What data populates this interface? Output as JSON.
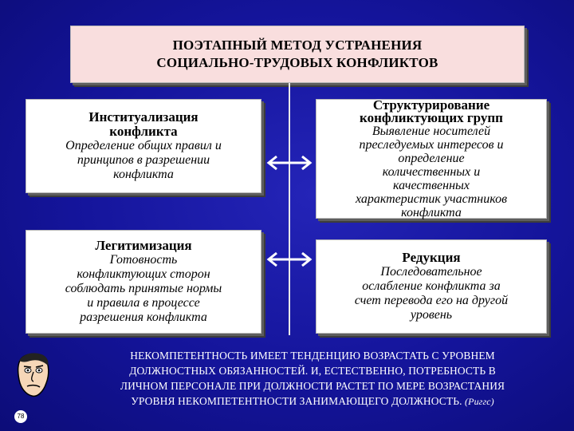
{
  "title": {
    "line1": "ПОЭТАПНЫЙ МЕТОД УСТРАНЕНИЯ",
    "line2": "СОЦИАЛЬНО-ТРУДОВЫХ КОНФЛИКТОВ"
  },
  "boxes": {
    "institutionalization": {
      "head1": "Институализация",
      "head2": "конфликта",
      "body": [
        "Определение общих правил и",
        "принципов в разрешении",
        "конфликта"
      ]
    },
    "structuring": {
      "head1": "Структурирование",
      "head2": "конфликтующих групп",
      "body": [
        "Выявление носителей",
        "преследуемых интересов и",
        "определение",
        "количественных и",
        "качественных",
        "характеристик участников",
        "конфликта"
      ]
    },
    "legitimization": {
      "head1": "Легитимизация",
      "body": [
        "Готовность",
        "конфликтующих сторон",
        "соблюдать принятые нормы",
        "и правила в процессе",
        "разрешения конфликта"
      ]
    },
    "reduction": {
      "head1": "Редукция",
      "body": [
        "Последовательное",
        "ослабление конфликта за",
        "счет перевода его на другой",
        "уровень"
      ]
    }
  },
  "quote": {
    "lines": [
      "НЕКОМПЕТЕНТНОСТЬ ИМЕЕТ ТЕНДЕНЦИЮ ВОЗРАСТАТЬ С УРОВНЕМ",
      "ДОЛЖНОСТНЫХ ОБЯЗАННОСТЕЙ. И, ЕСТЕСТВЕННО, ПОТРЕБНОСТЬ В",
      "ЛИЧНОМ ПЕРСОНАЛЕ ПРИ ДОЛЖНОСТИ РАСТЕТ ПО МЕРЕ ВОЗРАСТАНИЯ",
      "УРОВНЯ НЕКОМПЕТЕНТНОСТИ ЗАНИМАЮЩЕГО ДОЛЖНОСТЬ."
    ],
    "author": "(Риггс)"
  },
  "page_number": "78",
  "colors": {
    "background": "#14149a",
    "title_box": "#f9dede",
    "box": "#ffffff",
    "line": "#e8e8e8",
    "text_on_dark": "#ffffff"
  },
  "icons": {
    "arrows": "double-headed-arrow-icon",
    "face": "cartoon-face-icon"
  }
}
